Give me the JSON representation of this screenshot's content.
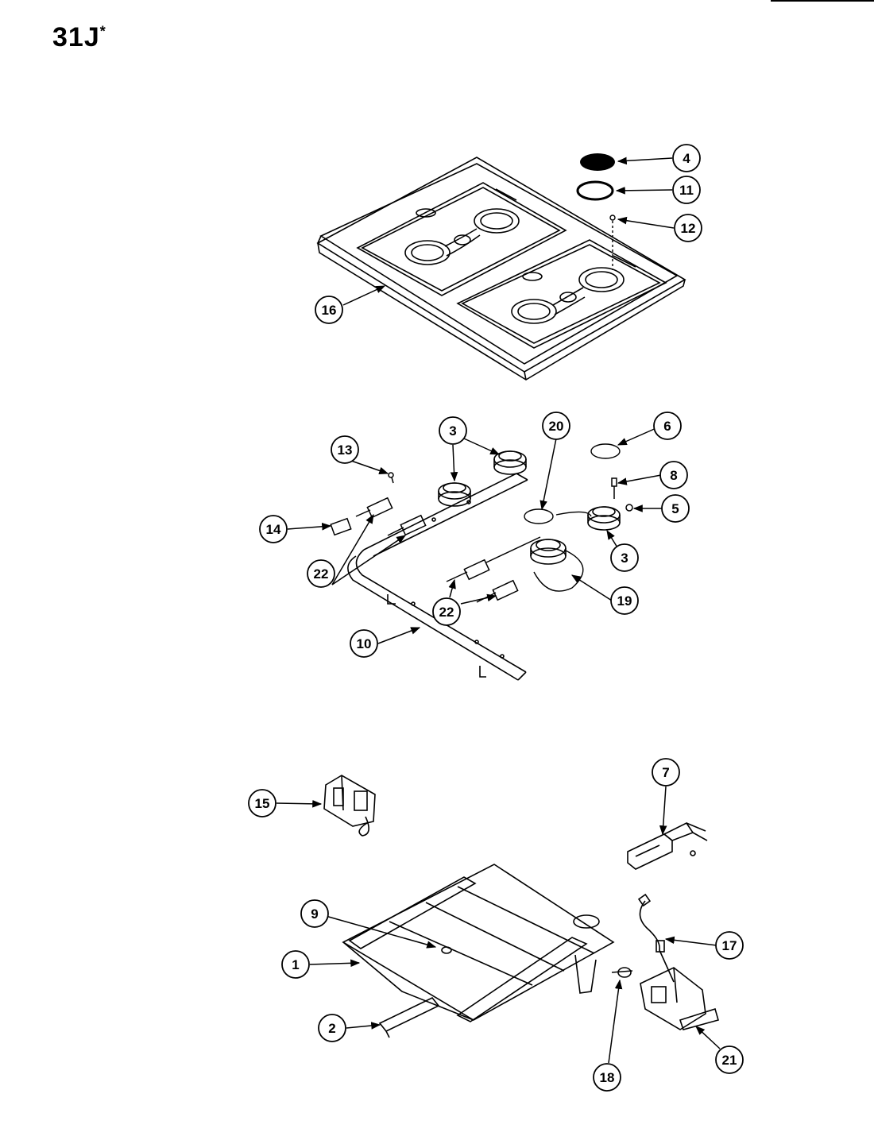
{
  "title": {
    "main": "31J",
    "sup": "*"
  },
  "callouts": [
    {
      "id": "c4",
      "label": "4"
    },
    {
      "id": "c11",
      "label": "11"
    },
    {
      "id": "c12",
      "label": "12"
    },
    {
      "id": "c16",
      "label": "16"
    },
    {
      "id": "c3a",
      "label": "3"
    },
    {
      "id": "c20",
      "label": "20"
    },
    {
      "id": "c6",
      "label": "6"
    },
    {
      "id": "c13",
      "label": "13"
    },
    {
      "id": "c8",
      "label": "8"
    },
    {
      "id": "c5",
      "label": "5"
    },
    {
      "id": "c14",
      "label": "14"
    },
    {
      "id": "c3b",
      "label": "3"
    },
    {
      "id": "c22a",
      "label": "22"
    },
    {
      "id": "c19",
      "label": "19"
    },
    {
      "id": "c22b",
      "label": "22"
    },
    {
      "id": "c10",
      "label": "10"
    },
    {
      "id": "c15",
      "label": "15"
    },
    {
      "id": "c7",
      "label": "7"
    },
    {
      "id": "c9",
      "label": "9"
    },
    {
      "id": "c17",
      "label": "17"
    },
    {
      "id": "c1",
      "label": "1"
    },
    {
      "id": "c2",
      "label": "2"
    },
    {
      "id": "c21",
      "label": "21"
    },
    {
      "id": "c18",
      "label": "18"
    }
  ]
}
